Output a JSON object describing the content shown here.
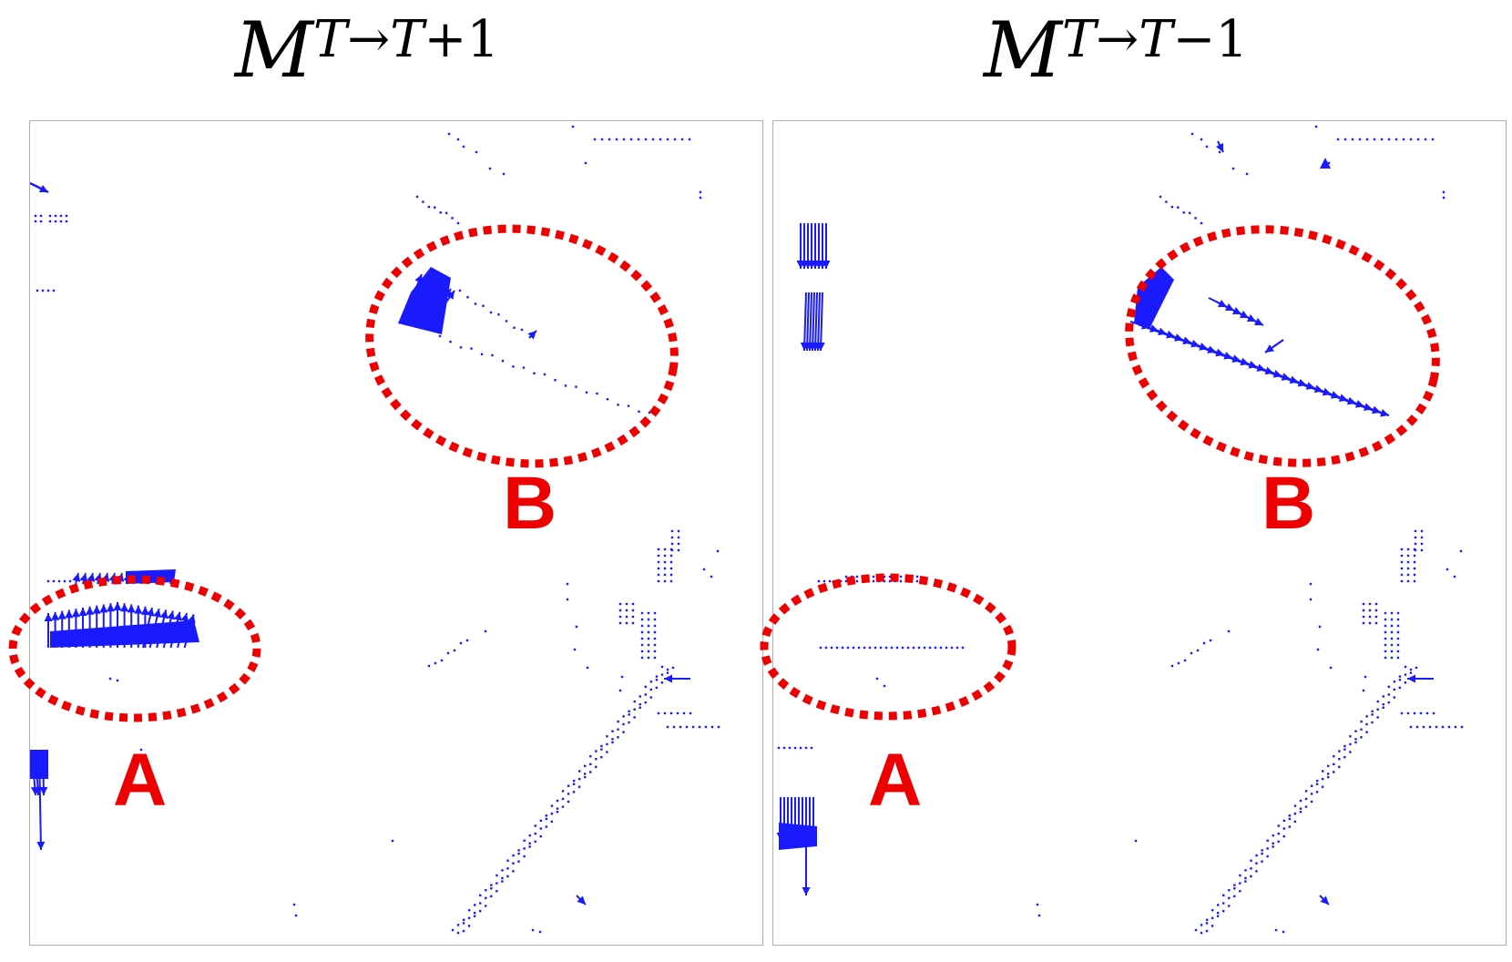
{
  "panels": [
    {
      "id": "left",
      "title": {
        "base": "M",
        "from": "T",
        "arrow": "→",
        "to": "T",
        "op": "+",
        "num": "1"
      },
      "labels": [
        "A",
        "B"
      ]
    },
    {
      "id": "right",
      "title": {
        "base": "M",
        "from": "T",
        "arrow": "→",
        "to": "T",
        "op": "−",
        "num": "1"
      },
      "labels": [
        "A",
        "B"
      ]
    }
  ],
  "colors": {
    "vectors": "#1a1aff",
    "annotation": "#ee0000",
    "frame": "#b0b0b0"
  }
}
